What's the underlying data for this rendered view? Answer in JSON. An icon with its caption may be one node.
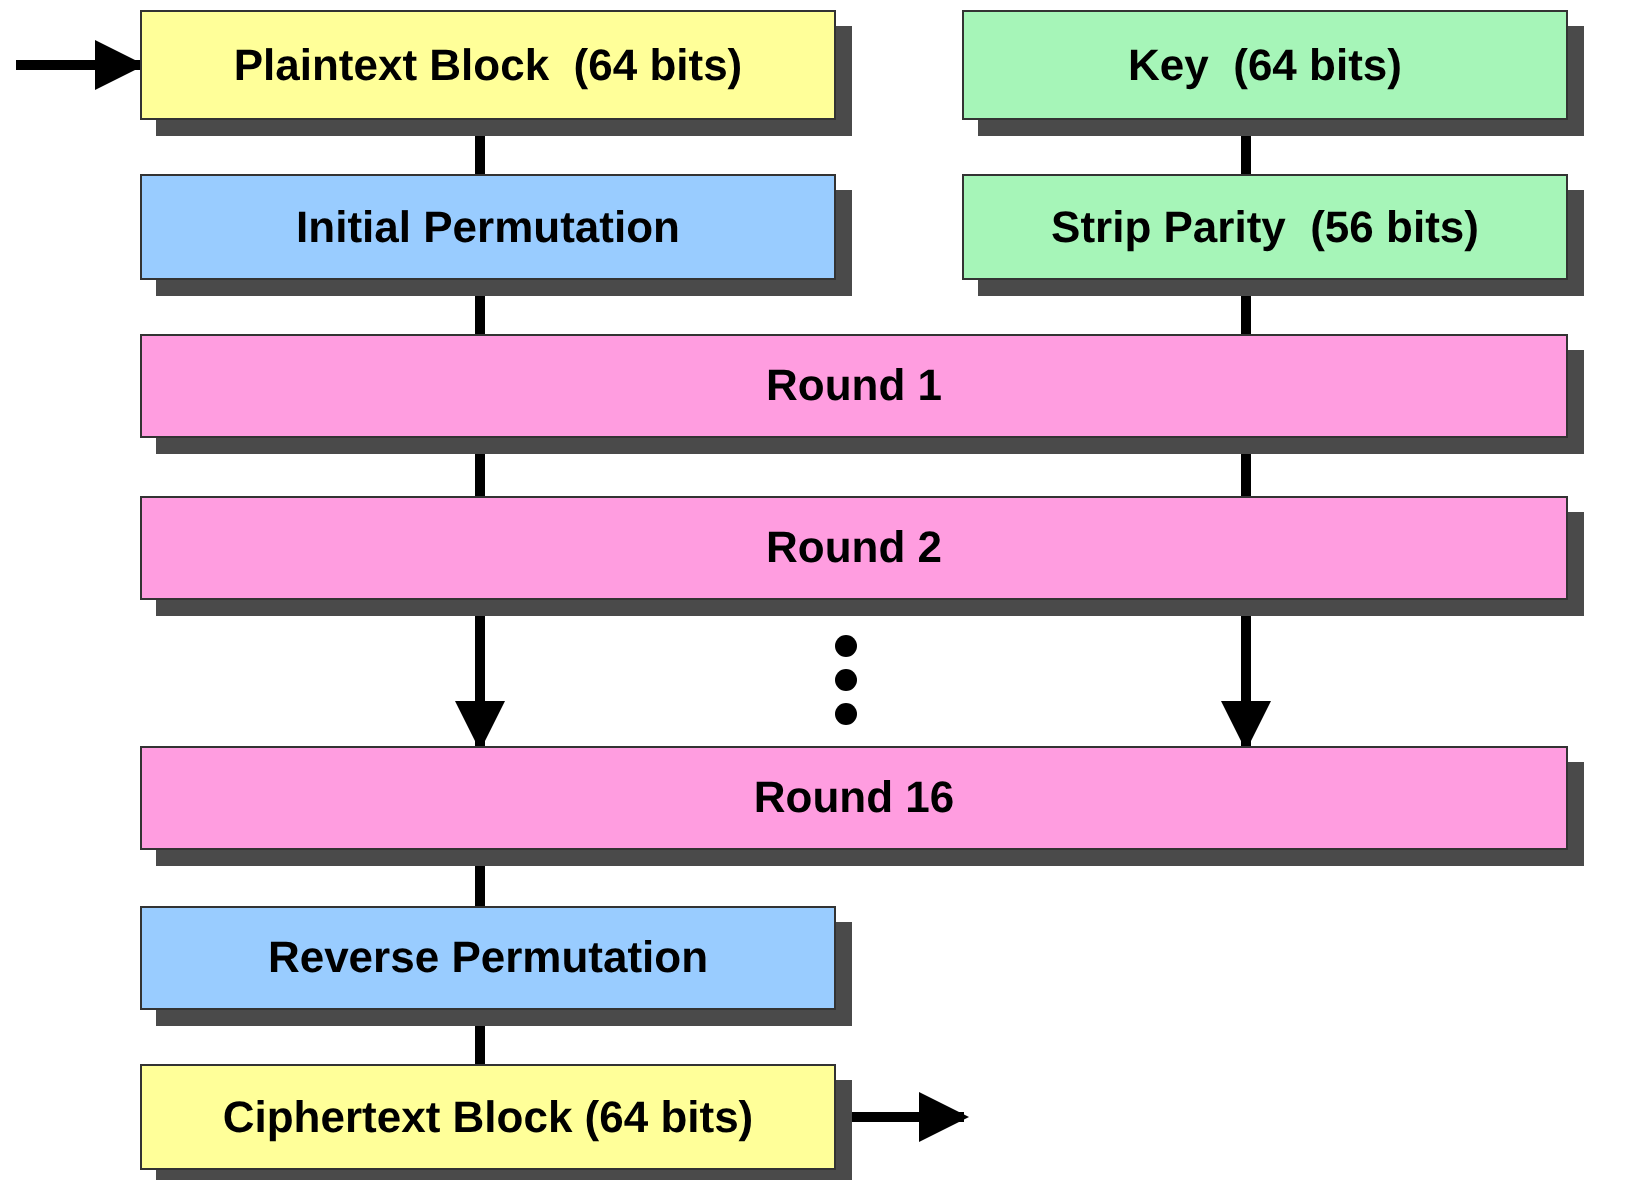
{
  "diagram": {
    "nodes": [
      {
        "text": [
          "Plaintext Block  (64 bits)"
        ]
      },
      {
        "text": [
          "Key  (64 bits)"
        ]
      },
      {
        "text": [
          "Initial Permutation"
        ]
      },
      {
        "text": [
          "Strip Parity  (56 bits)"
        ]
      },
      {
        "text": [
          "Round 1"
        ]
      },
      {
        "text": [
          "Round 2"
        ]
      },
      {
        "text": [
          "Round 16"
        ]
      },
      {
        "text": [
          "Reverse Permutation"
        ]
      },
      {
        "text": [
          "Ciphertext Block (64 bits)"
        ]
      }
    ],
    "edges": [
      {
        "from": null,
        "to": 0,
        "arrow": "to"
      },
      {
        "from": 0,
        "to": 2,
        "arrow": "none"
      },
      {
        "from": 1,
        "to": 3,
        "arrow": "none"
      },
      {
        "from": 2,
        "to": 4,
        "arrow": "none"
      },
      {
        "from": 3,
        "to": 4,
        "arrow": "none"
      },
      {
        "from": 4,
        "to": 5,
        "arrow": "none"
      },
      {
        "from": 4,
        "to": 5,
        "arrow": "none"
      },
      {
        "from": 5,
        "to": 6,
        "arrow": "to"
      },
      {
        "from": 5,
        "to": 6,
        "arrow": "to"
      },
      {
        "from": 6,
        "to": 7,
        "arrow": "none"
      },
      {
        "from": 7,
        "to": 8,
        "arrow": "none"
      },
      {
        "from": 8,
        "to": null,
        "arrow": "to"
      }
    ]
  }
}
